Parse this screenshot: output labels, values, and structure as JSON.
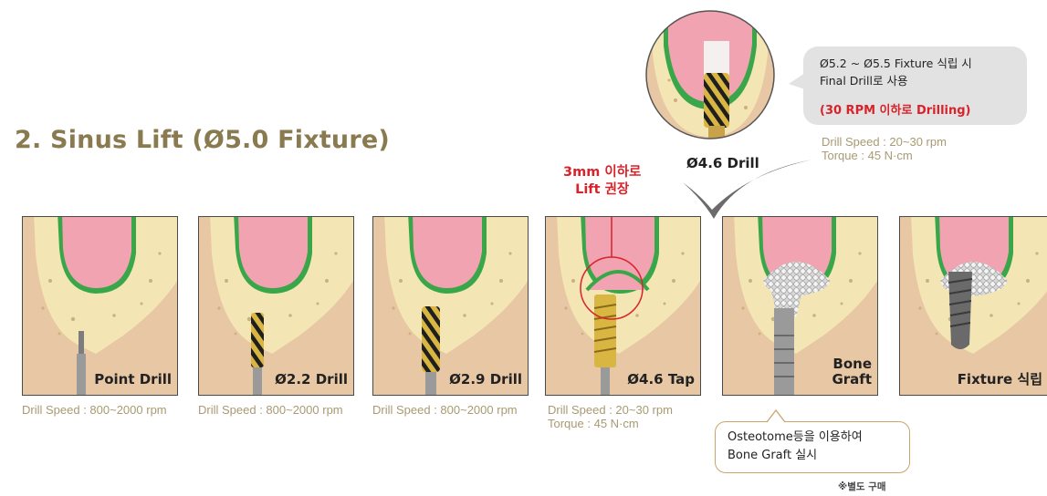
{
  "title": "2. Sinus  Lift (Ø5.0 Fixture)",
  "steps": [
    {
      "label": "Point Drill",
      "speed": "Drill Speed : 800~2000 rpm",
      "torque": ""
    },
    {
      "label": "Ø2.2 Drill",
      "speed": "Drill Speed : 800~2000 rpm",
      "torque": ""
    },
    {
      "label": "Ø2.9 Drill",
      "speed": "Drill Speed : 800~2000 rpm",
      "torque": ""
    },
    {
      "label": "Ø4.6  Tap",
      "speed": "Drill Speed : 20~30 rpm",
      "torque": "Torque : 45 N·cm"
    },
    {
      "label_line1": "Bone",
      "label_line2": "Graft"
    },
    {
      "label": "Fixture 식립"
    }
  ],
  "zoom": {
    "label": "Ø4.6 Drill",
    "bubble_line1": "Ø5.2 ~ Ø5.5 Fixture 식립 시",
    "bubble_line2": "Final Drill로 사용",
    "bubble_red": "(30 RPM 이하로 Drilling)",
    "speed": "Drill Speed : 20~30 rpm",
    "torque": "Torque : 45 N·cm"
  },
  "lift_note": {
    "line1": "3mm 이하로",
    "line2": "Lift 권장"
  },
  "osteotome_note": {
    "line1": "Osteotome등을 이용하여",
    "line2": "Bone Graft 실시"
  },
  "purchase_note": "※별도 구매",
  "colors": {
    "title": "#8a7a4f",
    "accent_red": "#d8232a",
    "speed_text": "#a89a72",
    "membrane_green": "#3aa64a",
    "sinus_pink": "#f2a3b1",
    "bone": "#f4e6b4",
    "gum": "#e8c7a4"
  }
}
